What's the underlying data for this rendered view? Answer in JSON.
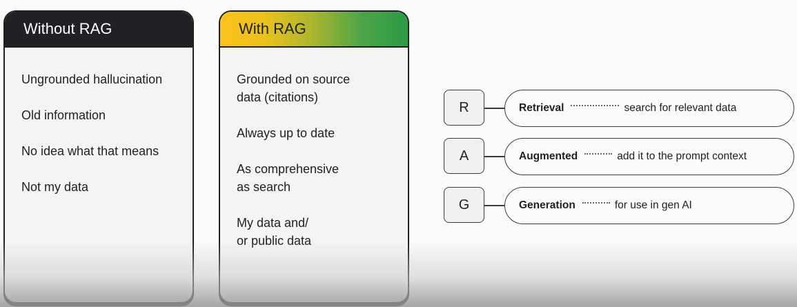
{
  "without_card": {
    "title": "Without RAG",
    "items": [
      "Ungrounded hallucination",
      "Old information",
      "No idea what that means",
      "Not my data"
    ]
  },
  "with_card": {
    "title": "With RAG",
    "items": [
      "Grounded on source\ndata (citations)",
      "Always up to date",
      "As comprehensive\nas search",
      "My data and/\nor public data"
    ]
  },
  "rag": [
    {
      "letter": "R",
      "term": "Retrieval",
      "description": "search for relevant data"
    },
    {
      "letter": "A",
      "term": "Augmented",
      "description": "add it to the prompt context"
    },
    {
      "letter": "G",
      "term": "Generation",
      "description": "for use in gen AI"
    }
  ],
  "colors": {
    "dark_header": "#202124",
    "gradient_start": "#fbc21a",
    "gradient_end": "#2a9b46"
  }
}
